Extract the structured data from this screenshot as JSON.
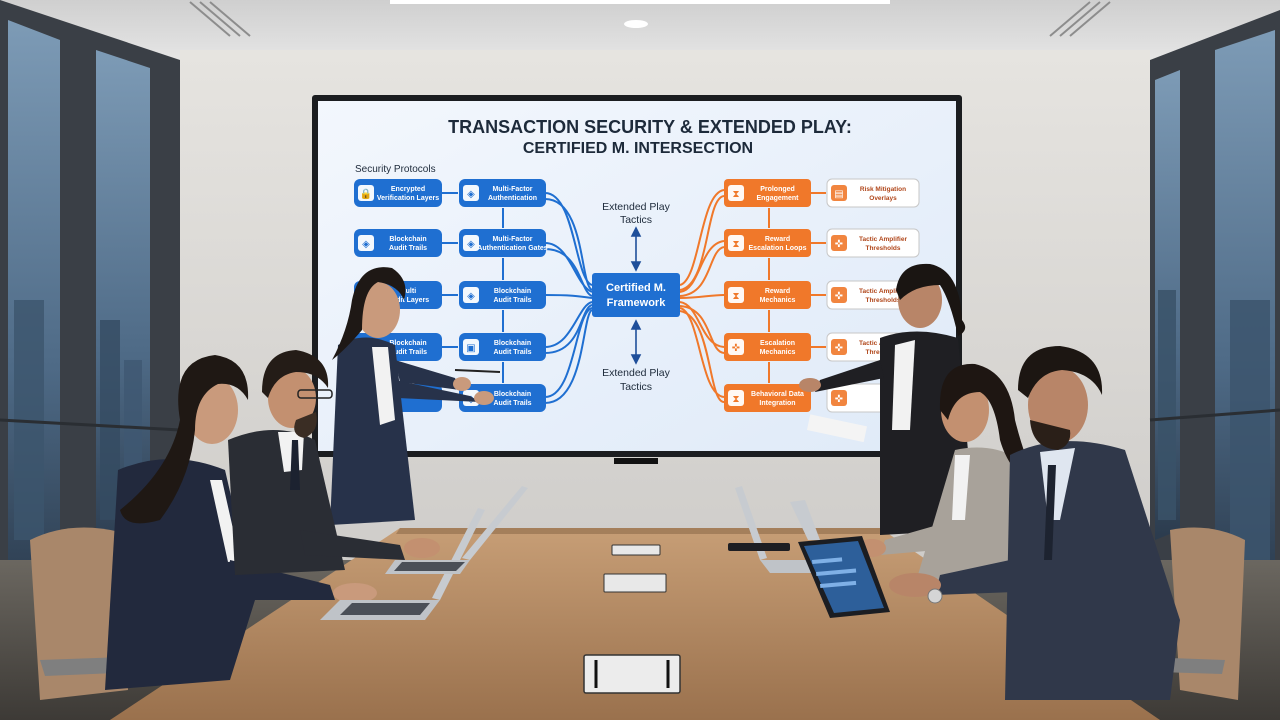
{
  "screen": {
    "title_line1": "TRANSACTION SECURITY & EXTENDED PLAY:",
    "title_line2": "CERTIFIED M. INTERSECTION",
    "left_section_label": "Security Protocols",
    "center_label_line1": "Certified M.",
    "center_label_line2": "Framework",
    "top_center_line1": "Extended Play",
    "top_center_line2": "Tactics",
    "bottom_center_line1": "Extended Play",
    "bottom_center_line2": "Tactics",
    "left_col1": [
      {
        "line1": "Encrypted",
        "line2": "Verification Layers",
        "icon": "lock-icon"
      },
      {
        "line1": "Blockchain",
        "line2": "Audit Trails",
        "icon": "shield-icon"
      },
      {
        "line1": "Multi",
        "line2": "Audit Layers",
        "icon": "shield-icon"
      },
      {
        "line1": "Blockchain",
        "line2": "Audit Trails",
        "icon": "shield-icon"
      },
      {
        "line1": "",
        "line2": "",
        "icon": "shield-icon"
      }
    ],
    "left_col2": [
      {
        "line1": "Multi-Factor",
        "line2": "Authentication",
        "icon": "shield-icon"
      },
      {
        "line1": "Multi-Factor",
        "line2": "Authentication Gates",
        "icon": "shield-icon"
      },
      {
        "line1": "Blockchain",
        "line2": "Audit Trails",
        "icon": "shield-icon"
      },
      {
        "line1": "Blockchain",
        "line2": "Audit Trails",
        "icon": "cube-icon"
      },
      {
        "line1": "Blockchain",
        "line2": "Audit Trails",
        "icon": "shield-icon"
      }
    ],
    "right_col1": [
      {
        "line1": "Prolonged",
        "line2": "Engagement",
        "icon": "hourglass-icon"
      },
      {
        "line1": "Reward",
        "line2": "Escalation Loops",
        "icon": "hourglass-icon"
      },
      {
        "line1": "Reward",
        "line2": "Mechanics",
        "icon": "hourglass-icon"
      },
      {
        "line1": "Escalation",
        "line2": "Mechanics",
        "icon": "gamepad-icon"
      },
      {
        "line1": "Behavioral Data",
        "line2": "Integration",
        "icon": "hourglass-icon"
      }
    ],
    "right_col2": [
      {
        "line1": "Risk Mitigation",
        "line2": "Overlays",
        "icon": "chart-icon"
      },
      {
        "line1": "Tactic Amplifier",
        "line2": "Thresholds",
        "icon": "gamepad-icon"
      },
      {
        "line1": "Tactic Amplifier",
        "line2": "Thresholds",
        "icon": "gamepad-icon"
      },
      {
        "line1": "Tactic Amplifier",
        "line2": "Thresholds",
        "icon": "gamepad-icon"
      },
      {
        "line1": "",
        "line2": "",
        "icon": "gamepad-icon"
      }
    ]
  },
  "colors": {
    "security_blue": "#1f6fd1",
    "extended_orange": "#f0782a",
    "screen_bg": "#e9f1fb",
    "table_wood": "#b58a63",
    "wall": "#dcdcdc"
  }
}
